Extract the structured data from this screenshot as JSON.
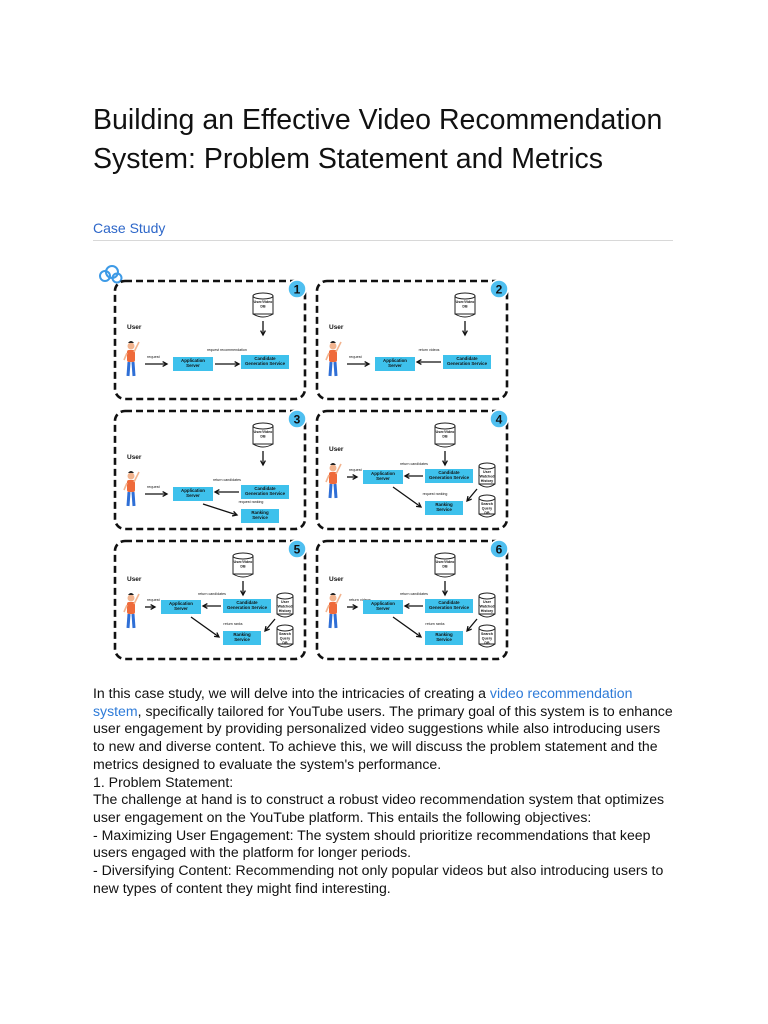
{
  "article": {
    "title": "Building an Effective Video Recommendation System: Problem Statement and Metrics",
    "category": "Case Study"
  },
  "figure": {
    "panels": [
      {
        "number": "1",
        "user": "User",
        "db": "User/Video DB",
        "app": [
          "Application",
          "Server"
        ],
        "cand": [
          "Candidate",
          "Generation Service"
        ],
        "request": "request",
        "mid": "request recommendation"
      },
      {
        "number": "2",
        "user": "User",
        "db": "User/Video DB",
        "app": [
          "Application",
          "Server"
        ],
        "cand": [
          "Candidate",
          "Generation Service"
        ],
        "request": "request",
        "mid": "return videos"
      },
      {
        "number": "3",
        "user": "User",
        "db": "User/Video DB",
        "app": [
          "Application",
          "Server"
        ],
        "cand": [
          "Candidate",
          "Generation Service"
        ],
        "request": "request",
        "mid": "return candidates",
        "rank_label": "request ranking",
        "rank": [
          "Ranking",
          "Service"
        ]
      },
      {
        "number": "4",
        "user": "User",
        "db": "User/Video DB",
        "app": [
          "Application",
          "Server"
        ],
        "cand": [
          "Candidate",
          "Generation Service"
        ],
        "request": "request",
        "mid": "return candidates",
        "rank_label": "request ranking",
        "rank": [
          "Ranking",
          "Service"
        ],
        "extra_db": [
          "User Watched History",
          "Search Query DB"
        ]
      },
      {
        "number": "5",
        "user": "User",
        "db": "User/Video DB",
        "app": [
          "Application",
          "Server"
        ],
        "cand": [
          "Candidate",
          "Generation Service"
        ],
        "request": "request",
        "mid": "return candidates",
        "rank_label": "return ranks",
        "rank": [
          "Ranking",
          "Service"
        ],
        "extra_db": [
          "User Watched History",
          "Search Query DB"
        ]
      },
      {
        "number": "6",
        "user": "User",
        "db": "User/Video DB",
        "app": [
          "Application",
          "Server"
        ],
        "cand": [
          "Candidate",
          "Generation Service"
        ],
        "request": "return videos",
        "mid": "return candidates",
        "rank_label": "return ranks",
        "rank": [
          "Ranking",
          "Service"
        ],
        "extra_db": [
          "User Watched History",
          "Search Query DB"
        ]
      }
    ]
  },
  "body": {
    "intro_before_link": "In this case study, we will delve into the intricacies of creating a ",
    "intro_link": "video recommendation system",
    "intro_after_link": ", specifically tailored for YouTube users. The primary goal of this system is to enhance user engagement by providing personalized video suggestions while also introducing users to new and diverse content. To achieve this, we will discuss the problem statement and the metrics designed to evaluate the system's performance.",
    "section_heading": "1. Problem Statement:",
    "challenge": "The challenge at hand is to construct a robust video recommendation system that optimizes user engagement on the YouTube platform. This entails the following objectives:",
    "objective_1": "- Maximizing User Engagement: The system should prioritize recommendations that keep users engaged with the platform for longer periods.",
    "objective_2": "- Diversifying Content: Recommending not only popular videos but also introducing users to new types of content they might find interesting."
  },
  "colors": {
    "link": "#2e7bd8",
    "category": "#2e67c9",
    "service_box": "#3ec1ec",
    "badge": "#4fbff0",
    "person_shirt": "#ef6a3a",
    "person_pants": "#2f6fd6"
  }
}
